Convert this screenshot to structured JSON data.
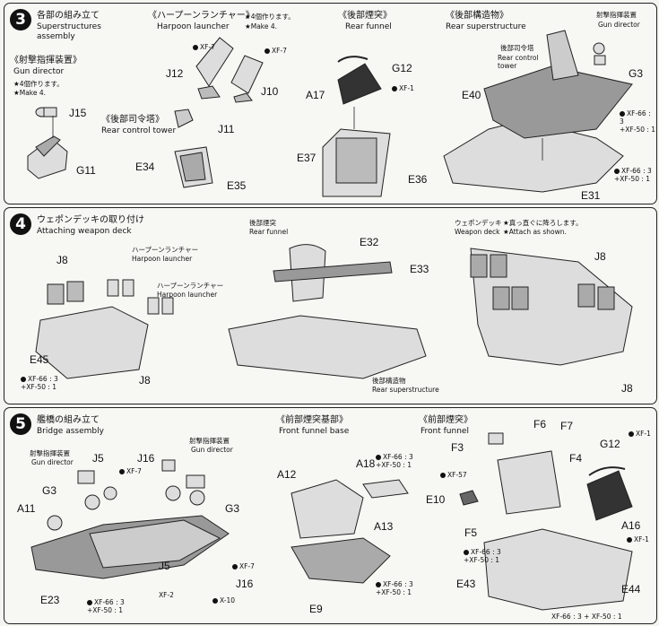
{
  "steps": [
    {
      "num": "3",
      "title_jp": "各部の組み立て",
      "title_en": "Superstructures\nassembly",
      "groups": {
        "gun_director": {
          "jp": "《射撃指揮装置》",
          "en": "Gun director",
          "note1": "★4個作ります。",
          "note2": "★Make 4."
        },
        "harpoon": {
          "jp": "《ハープーンランチャー》",
          "note1": "★4個作ります。",
          "en": "Harpoon launcher",
          "note2": "★Make 4."
        },
        "rear_funnel": {
          "jp": "《後部煙突》",
          "en": "Rear funnel"
        },
        "rear_super": {
          "jp": "《後部構造物》",
          "en": "Rear superstructure"
        },
        "gun_dir2": {
          "jp": "射撃指揮装置",
          "en": "Gun director"
        },
        "rear_control": {
          "jp": "《後部司令塔》",
          "en": "Rear control tower"
        },
        "rear_control2": {
          "jp": "後部司令塔",
          "en": "Rear control\ntower"
        }
      },
      "parts": [
        "J15",
        "G11",
        "J12",
        "J10",
        "J11",
        "E34",
        "E35",
        "A17",
        "G12",
        "E37",
        "E36",
        "E40",
        "G3",
        "E31"
      ],
      "paint": {
        "xf7a": "XF-7",
        "xf7b": "XF-7",
        "xf1": "XF-1",
        "mix1a": "XF-66 : 3",
        "mix1b": "+XF-50 : 1",
        "mix2a": "XF-66 : 3",
        "mix2b": "+XF-50 : 1"
      }
    },
    {
      "num": "4",
      "title_jp": "ウェポンデッキの取り付け",
      "title_en": "Attaching weapon deck",
      "labels": {
        "harpoon1_jp": "ハープーンランチャー",
        "harpoon1_en": "Harpoon launcher",
        "harpoon2_jp": "ハープーンランチャー",
        "harpoon2_en": "Harpoon launcher",
        "rf_jp": "後部煙突",
        "rf_en": "Rear funnel",
        "rs_jp": "後部構造物",
        "rs_en": "Rear superstructure",
        "wd_jp": "ウェポンデッキ",
        "wd_en": "Weapon deck",
        "attach_jp": "★真っ直ぐに降ろします。",
        "attach_en": "★Attach as shown."
      },
      "parts": [
        "J8",
        "E45",
        "J8",
        "E32",
        "E33",
        "J8",
        "J8"
      ],
      "paint": {
        "a": "XF-66 : 3",
        "b": "+XF-50 : 1"
      }
    },
    {
      "num": "5",
      "title_jp": "艦橋の組み立て",
      "title_en": "Bridge assembly",
      "labels": {
        "gd1_jp": "射撃指揮装置",
        "gd1_en": "Gun director",
        "gd2_jp": "射撃指揮装置",
        "gd2_en": "Gun director",
        "ffb_jp": "《前部煙突基部》",
        "ffb_en": "Front funnel base",
        "ff_jp": "《前部煙突》",
        "ff_en": "Front funnel"
      },
      "parts": [
        "J5",
        "J16",
        "G3",
        "A11",
        "E23",
        "G3",
        "J5",
        "J16",
        "A12",
        "A18",
        "A13",
        "E9",
        "F3",
        "F6",
        "F7",
        "G12",
        "F4",
        "E10",
        "F5",
        "A16",
        "E43",
        "E44"
      ],
      "paint": {
        "xf7": "XF-7",
        "xf7b": "XF-7",
        "xf2": "XF-2",
        "x10": "X-10",
        "xf57": "XF-57",
        "xf1": "XF-1",
        "xf1b": "XF-1",
        "m1a": "XF-66 : 3",
        "m1b": "+XF-50 : 1",
        "m2a": "XF-66 : 3",
        "m2b": "+XF-50 : 1",
        "m3a": "XF-66 : 3",
        "m3b": "+XF-50 : 1",
        "m4a": "XF-66 : 3",
        "m4b": "+XF-50 : 1",
        "m5": "XF-66 : 3 + XF-50 : 1"
      }
    }
  ]
}
